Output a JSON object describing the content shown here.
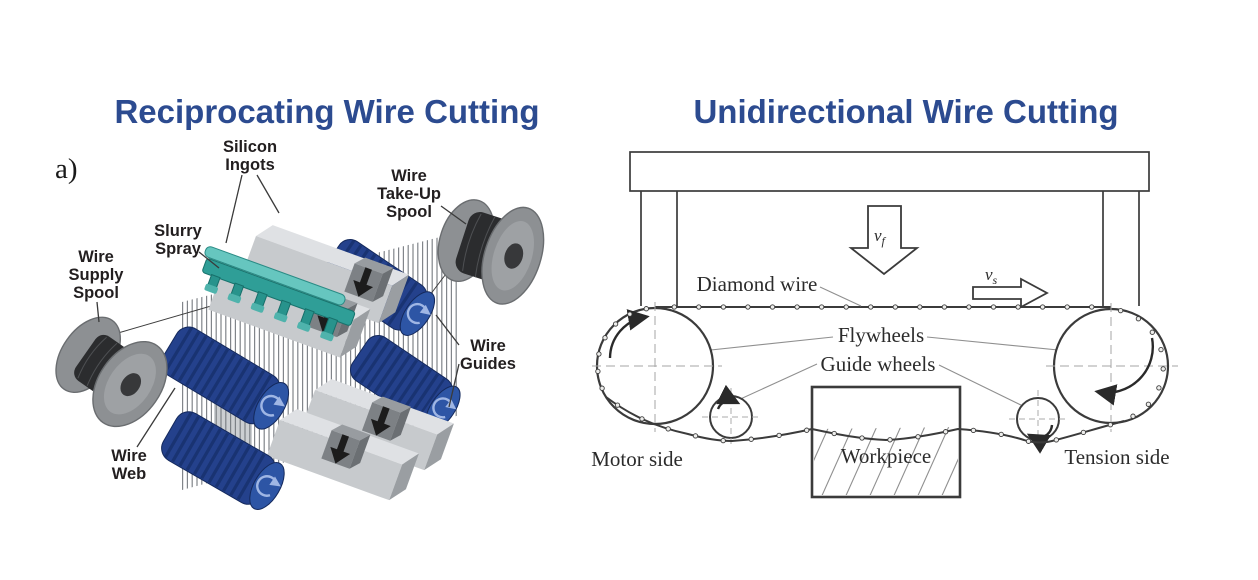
{
  "colors": {
    "title_blue": "#2c4b90",
    "diagram_ink": "#3b3b3b",
    "left_label_ink": "#221e1f",
    "roller_blue": "#24418c",
    "roller_cap_blue": "#2d55a5",
    "slurry_teal": "#2f9e97",
    "ingot_gray": "#c7cacd",
    "spool_gray": "#8d9093",
    "background": "#ffffff"
  },
  "left": {
    "title": "Reciprocating Wire Cutting",
    "figure_marker": "a)",
    "labels": {
      "silicon_ingots": [
        "Silicon",
        "Ingots"
      ],
      "wire_take_up_spool": [
        "Wire",
        "Take-Up",
        "Spool"
      ],
      "slurry_spray": [
        "Slurry",
        "Spray"
      ],
      "wire_supply_spool": [
        "Wire",
        "Supply",
        "Spool"
      ],
      "wire_guides": [
        "Wire",
        "Guides"
      ],
      "wire_web": [
        "Wire",
        "Web"
      ]
    }
  },
  "right": {
    "title": "Unidirectional Wire Cutting",
    "labels": {
      "diamond_wire": "Diamond wire",
      "flywheels": "Flywheels",
      "guide_wheels": "Guide wheels",
      "workpiece": "Workpiece",
      "motor_side": "Motor side",
      "tension_side": "Tension side"
    },
    "velocities": {
      "feed": {
        "base": "v",
        "sub": "f"
      },
      "cut": {
        "base": "v",
        "sub": "s"
      }
    }
  }
}
